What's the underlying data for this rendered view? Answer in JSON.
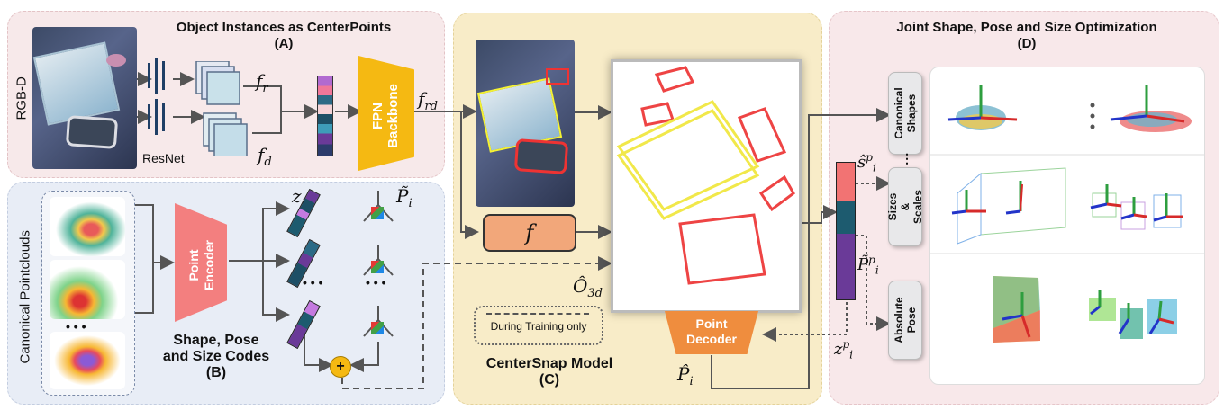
{
  "panels": {
    "a": {
      "title": "Object Instances as CenterPoints",
      "tag": "(A)",
      "rgbd": "RGB-D",
      "resnet": "ResNet",
      "fpn": "FPN\nBackbone"
    },
    "b": {
      "vertical": "Canonical Pointclouds",
      "encoder": "Point\nEncoder",
      "codes": "Shape, Pose\nand Size Codes",
      "tag": "(B)",
      "ellipsis": "• • •"
    },
    "c": {
      "model": "CenterSnap Model",
      "tag": "(C)",
      "legend": "During Training only",
      "decoder": "Point\nDecoder"
    },
    "d": {
      "title": "Joint Shape, Pose and Size Optimization",
      "tag": "(D)",
      "canonical": "Canonical\nShapes",
      "sizes": "Sizes &\nScales",
      "absolute": "Absolute\nPose",
      "ellipsis": "⋮"
    }
  },
  "math": {
    "fr": "f",
    "fr_sub": "r",
    "fd": "f",
    "fd_sub": "d",
    "frd": "f",
    "frd_sub": "rd",
    "zi": "z",
    "zi_sub": "i",
    "pi": "P̃",
    "pi_sub": "i",
    "f": "f",
    "o3d": "Ô",
    "o3d_sub": "3d",
    "phat": "P̂",
    "phat_sub": "i",
    "s_hat": "ŝ",
    "s_sub": "i",
    "s_sup": "p",
    "p_tilde": "P̃",
    "p_sub": "i",
    "p_sup": "p",
    "z": "z",
    "z_sub": "i",
    "z_sup": "p"
  },
  "colors": {
    "fpn": "#f5b912",
    "encoder": "#f37f7f",
    "decoder": "#ef8d3e",
    "f_box": "#f2a77a",
    "code_red": "#f27373",
    "code_teal": "#1d5b6f",
    "code_purple": "#6a3a98",
    "sum": "#f5b912"
  }
}
